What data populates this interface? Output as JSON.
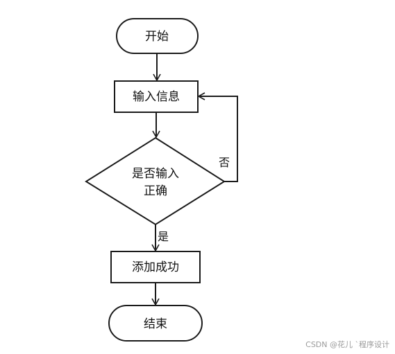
{
  "diagram": {
    "nodes": {
      "start": "开始",
      "input": "输入信息",
      "check_line1": "是否输入",
      "check_line2": "正确",
      "success": "添加成功",
      "end": "结束"
    },
    "edges": {
      "yes_label": "是",
      "no_label": "否"
    }
  },
  "watermark": "CSDN @花儿 `程序设计",
  "colors": {
    "stroke": "#1a1a1a",
    "background": "#ffffff",
    "watermark": "#9a9a9a"
  }
}
